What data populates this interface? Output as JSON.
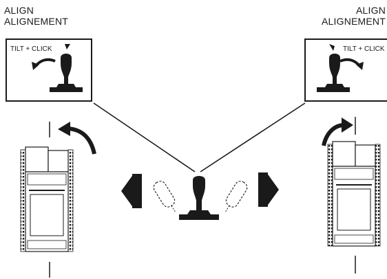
{
  "left": {
    "line1": "ALIGN",
    "line2": "ALIGNEMENT",
    "tag": "TILT + CLICK"
  },
  "right": {
    "line1": "ALIGN",
    "line2": "ALIGNEMENT",
    "tag": "TILT + CLICK"
  },
  "colors": {
    "ink": "#1a1a1a",
    "paper": "#ffffff"
  }
}
